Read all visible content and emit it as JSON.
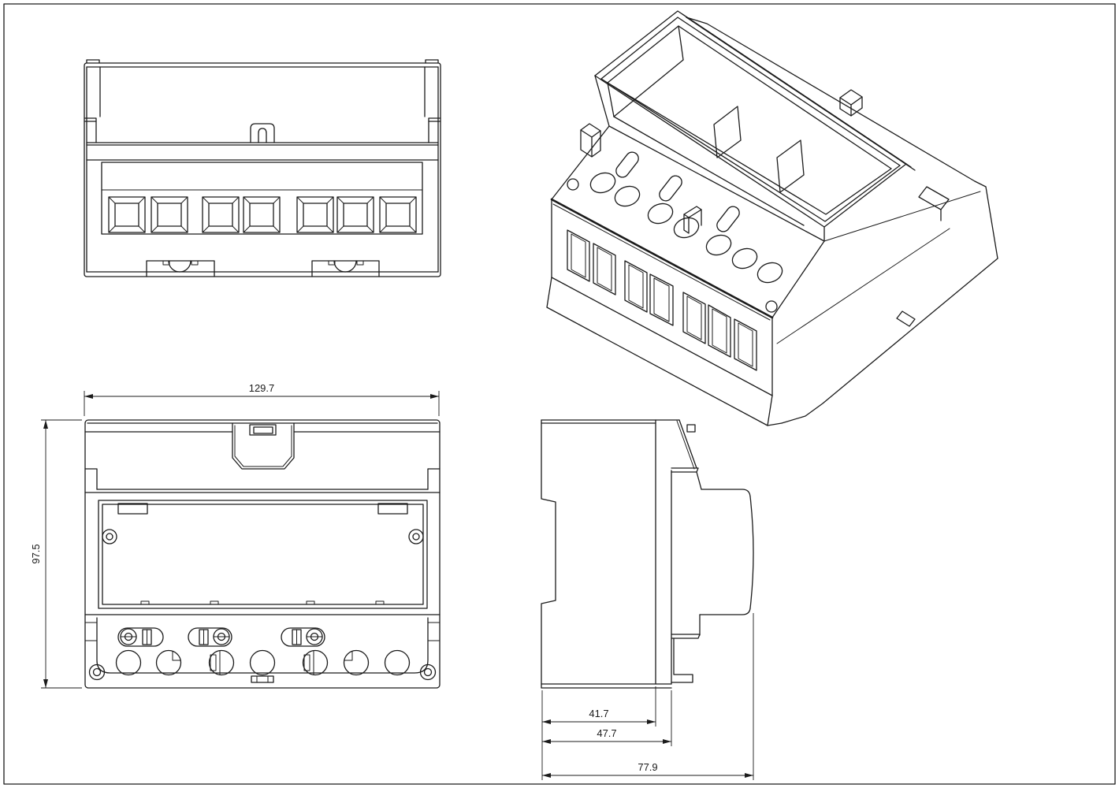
{
  "drawing": {
    "background": "#ffffff",
    "line_color": "#1b1b1b",
    "dimensions": {
      "overall_width": "129.7",
      "overall_height": "97.5",
      "base_depth": "41.7",
      "mid_depth": "47.7",
      "overall_depth": "77.9"
    }
  }
}
